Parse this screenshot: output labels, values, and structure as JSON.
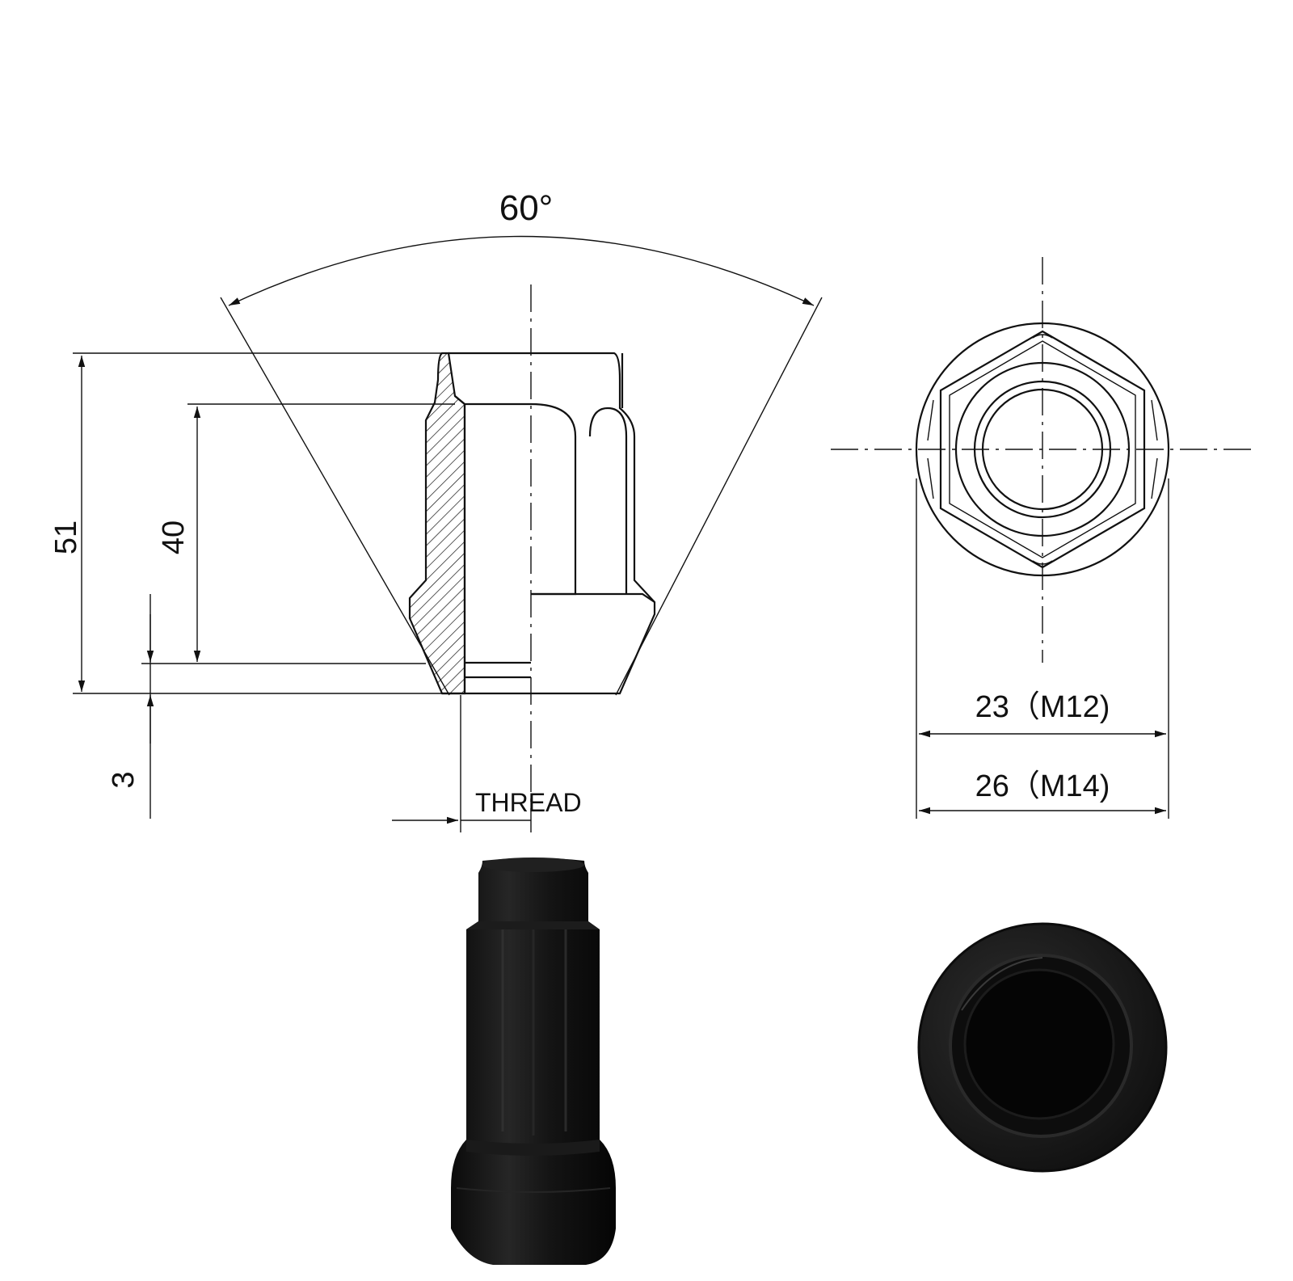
{
  "angle_label": "60°",
  "dimensions": {
    "overall_height": "51",
    "thread_depth": "40",
    "seat_offset": "3",
    "thread_label": "THREAD",
    "hex_m12": "23（M12)",
    "hex_m14": "26（M14)"
  },
  "colors": {
    "line": "#111111",
    "nut_body": "#111111",
    "nut_highlight": "#3a3a3a",
    "background": "#ffffff"
  },
  "icons": {
    "side_view": "lug-nut-section-icon",
    "top_view": "lug-nut-top-icon",
    "photo_side": "lug-nut-photo-side",
    "photo_bottom": "lug-nut-photo-bottom"
  }
}
